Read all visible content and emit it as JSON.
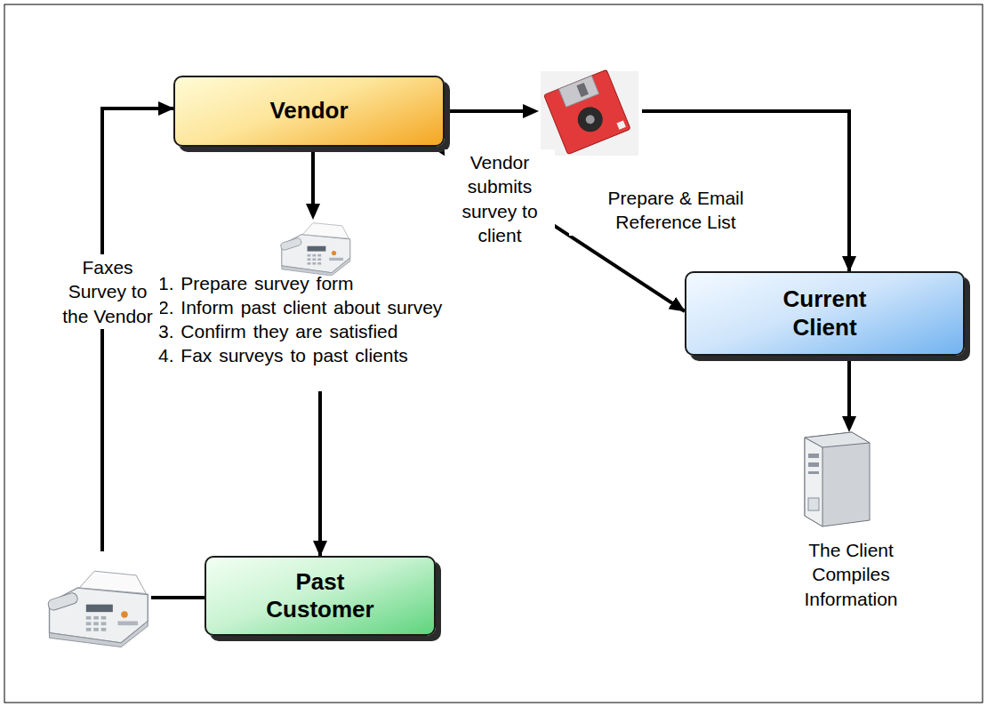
{
  "diagram": {
    "nodes": [
      {
        "text": [
          "Vendor"
        ]
      },
      {
        "text": [
          "Current Client"
        ]
      },
      {
        "text": [
          "Past Customer"
        ]
      }
    ],
    "edges": [
      {
        "from": 0,
        "to": 2,
        "arrow": "to"
      },
      {
        "from": 0,
        "to": 1,
        "label": "Vendor submits survey to client",
        "arrow": "to"
      },
      {
        "from": 0,
        "to": 1,
        "label": "Prepare & Email Reference List",
        "arrow": "to"
      },
      {
        "from": 2,
        "to": 0,
        "label": "Faxes Survey to the Vendor",
        "arrow": "to"
      }
    ],
    "labels": [
      "1. Prepare survey form",
      "2. Inform past client about survey",
      "3. Confirm they are satisfied",
      "4. Fax surveys to past clients",
      "The Client Compiles Information"
    ]
  }
}
